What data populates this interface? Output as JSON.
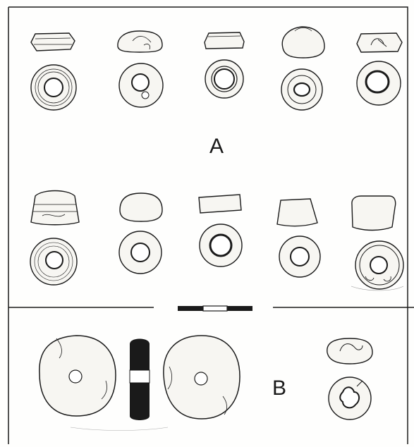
{
  "plate": {
    "group_a_label": "A",
    "group_b_label": "B",
    "group_a_rows": [
      {
        "items": [
          "bead-1",
          "bead-2",
          "bead-3",
          "bead-4",
          "bead-5"
        ]
      },
      {
        "items": [
          "bead-6",
          "bead-7",
          "bead-8",
          "bead-9",
          "bead-10"
        ]
      }
    ],
    "group_b_items": [
      "spindle-whorl-face",
      "spindle-whorl-section",
      "spindle-whorl-reverse",
      "bead-b"
    ],
    "scale_bar": {
      "segments": [
        "black",
        "white",
        "black"
      ]
    }
  },
  "colors": {
    "ink": "#1a1a1a",
    "stipple": "#555555",
    "paper": "#fefefd"
  }
}
